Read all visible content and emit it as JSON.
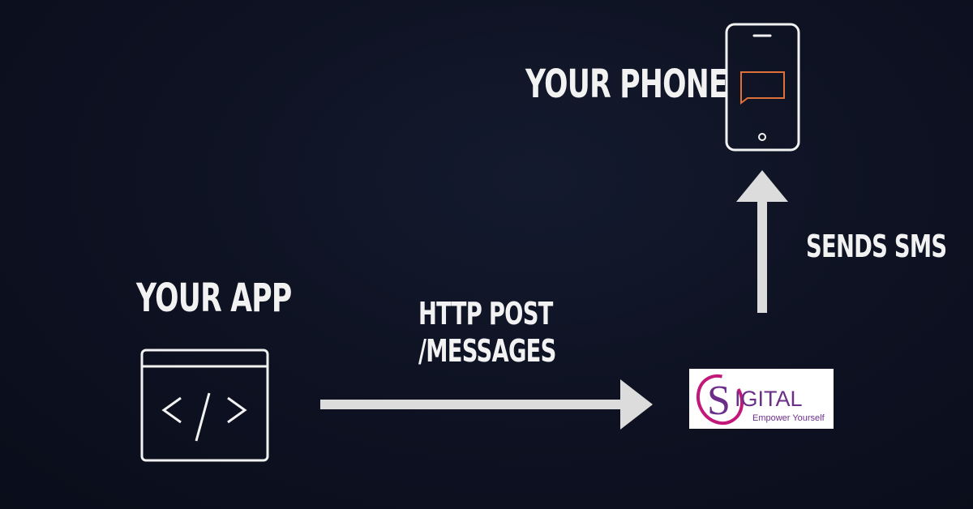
{
  "diagram": {
    "nodes": {
      "phone": {
        "label": "YOUR PHONE",
        "icon": "smartphone-message-icon"
      },
      "app": {
        "label": "YOUR APP",
        "icon": "code-window-icon"
      },
      "service": {
        "icon": "digital-logo"
      }
    },
    "edges": {
      "app_to_service": {
        "label_line1": "HTTP POST",
        "label_line2": "/MESSAGES"
      },
      "service_to_phone": {
        "label": "SENDS SMS"
      }
    }
  },
  "logo": {
    "letter": "S",
    "word": "IGITAL",
    "tagline": "Empower Yourself"
  },
  "colors": {
    "background": "#0d1121",
    "text": "#f2f2f2",
    "arrow": "#dcdcdc",
    "phone_message_accent": "#e0703a",
    "logo_purple": "#6b2f8a",
    "logo_magenta": "#c2187a"
  }
}
